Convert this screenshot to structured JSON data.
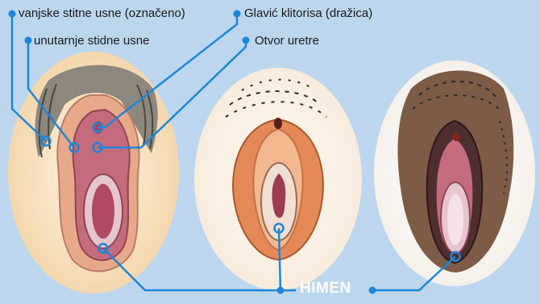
{
  "labels": {
    "outer_labia": "vanjske stitne usne (označeno)",
    "inner_labia": "unutarnje stidne usne",
    "clitoral_glans": "Glavić klitorisa (dražica)",
    "urethral_opening": "Otvor uretre",
    "hymen": "HIMEN"
  },
  "colors": {
    "background": "#bcd6ee",
    "leader": "#1e86d6",
    "skin_outer": "#f6d9b0",
    "hair": "#6f6a63",
    "labia_inner": "#c46b7d",
    "hymen_fill": "#c9a8c2"
  }
}
